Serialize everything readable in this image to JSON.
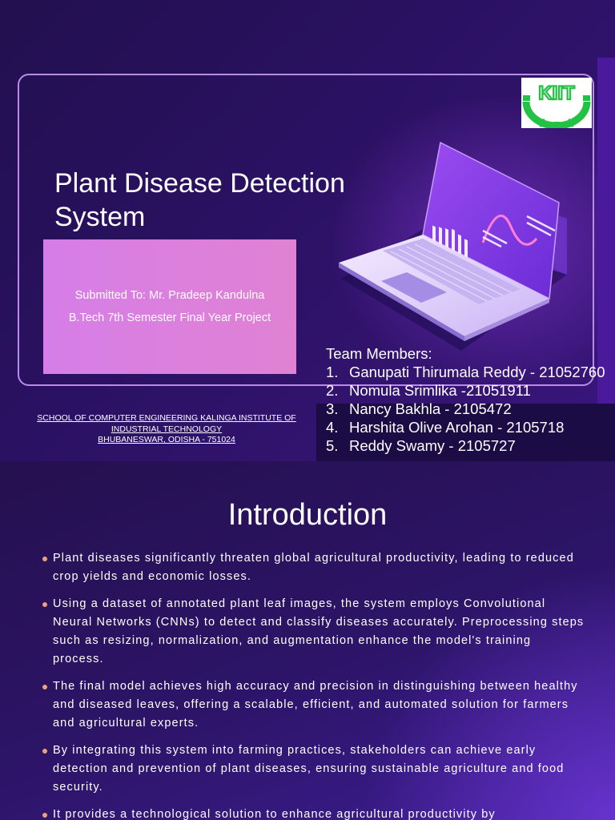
{
  "slide1": {
    "title_line1": "Plant Disease Detection",
    "title_line2": "System",
    "submitted_to": "Submitted To: Mr. Pradeep Kandulna",
    "project": "B.Tech 7th Semester Final Year Project",
    "school_line1": "SCHOOL OF COMPUTER ENGINEERING KALINGA INSTITUTE OF",
    "school_line2": "INDUSTRIAL TECHNOLOGY",
    "school_line3": "BHUBANESWAR, ODISHA - 751024",
    "logo_text": "KIIT",
    "team_heading": "Team Members:",
    "team": [
      {
        "num": "1.",
        "name": "Ganupati Thirumala Reddy - 21052760"
      },
      {
        "num": "2.",
        "name": "Nomula Srimlika -21051911"
      },
      {
        "num": "3.",
        "name": "Nancy Bakhla - 2105472"
      },
      {
        "num": "4.",
        "name": "Harshita Olive Arohan - 2105718"
      },
      {
        "num": "5.",
        "name": "Reddy Swamy - 2105727"
      }
    ],
    "colors": {
      "frame": "#b98be8",
      "pinkbox": "#db80e0",
      "logo_green": "#22c244"
    }
  },
  "slide2": {
    "heading": "Introduction",
    "bullets": [
      "Plant diseases significantly threaten global agricultural productivity, leading to reduced crop yields and economic losses.",
      " Using a dataset of annotated plant leaf images, the system employs Convolutional Neural Networks (CNNs) to detect and classify diseases accurately. Preprocessing steps such as resizing, normalization, and augmentation enhance the model's training process.",
      " The final model achieves high accuracy and precision in distinguishing between healthy and diseased leaves, offering a scalable, efficient, and automated solution for farmers and agricultural experts.",
      "By integrating this system into farming practices, stakeholders can achieve early detection and prevention of plant diseases, ensuring sustainable agriculture and food security.",
      " It provides a technological solution to enhance agricultural productivity by"
    ],
    "colors": {
      "bullet": "#e9a27d"
    }
  }
}
